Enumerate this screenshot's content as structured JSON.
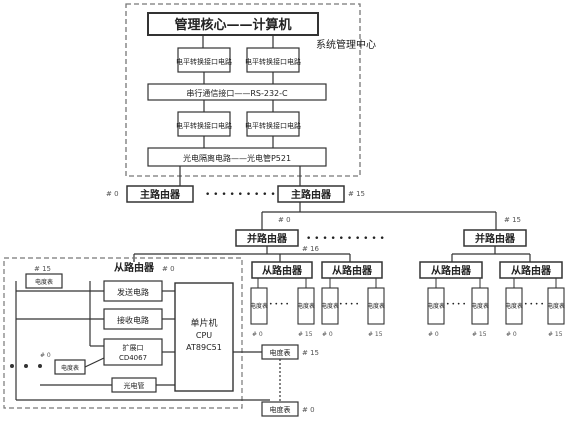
{
  "center": {
    "title": "管理核心——计算机",
    "side_label": "系统管理中心",
    "level_conv": "电平转换接口电路",
    "serial": "串行通信接口——RS-232-C",
    "opto": "光电隔离电路——光电管P521"
  },
  "routers": {
    "main": "主路由器",
    "parallel": "并路由器",
    "slave": "从路由器"
  },
  "slave_detail": {
    "send": "发送电路",
    "recv": "接收电路",
    "expand": "扩展口",
    "expand_model": "CD4067",
    "mcu": "单片机",
    "cpu": "CPU",
    "cpu_model": "AT89C51",
    "opto": "光电管",
    "counter": "电度表",
    "meter": "电度表"
  },
  "labels": {
    "num0": "# 0",
    "num15": "# 15",
    "num16": "# 16",
    "dots": "• • • • • • • • • •"
  },
  "colors": {
    "line": "#333333",
    "dash": "#888888",
    "box": "#444444"
  }
}
